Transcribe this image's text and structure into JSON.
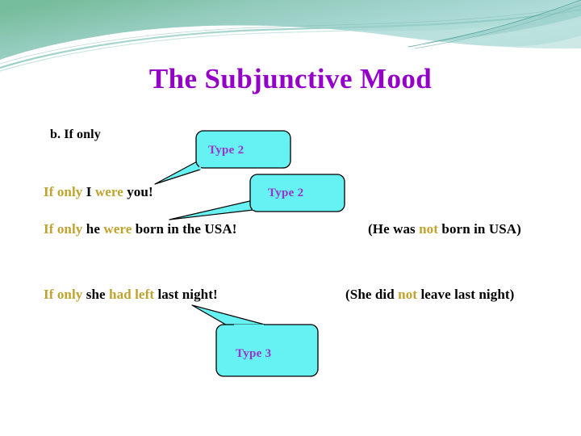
{
  "slide": {
    "title": "The Subjunctive Mood",
    "title_color": "#9400c8",
    "background_color": "#ffffff",
    "highlight_color": "#c0a32f",
    "callout_fill_color": "#66f2f2",
    "callout_text_color": "#9933cc",
    "header_colors": {
      "green": "#7fc4a3",
      "teal": "#9fd6d0",
      "light_teal": "#bfe4de",
      "dark_teal": "#4e9e96"
    }
  },
  "item": {
    "label": "b.  If only"
  },
  "sentences": [
    {
      "name": "if-only-i-were-you",
      "parts": [
        {
          "text": "If only ",
          "highlight": true
        },
        {
          "text": "I ",
          "highlight": false
        },
        {
          "text": "were ",
          "highlight": true
        },
        {
          "text": "you!",
          "highlight": false
        }
      ],
      "gloss": null
    },
    {
      "name": "if-only-he-were-born",
      "parts": [
        {
          "text": "If only ",
          "highlight": true
        },
        {
          "text": "he ",
          "highlight": false
        },
        {
          "text": "were ",
          "highlight": true
        },
        {
          "text": "born in the USA!",
          "highlight": false
        }
      ],
      "gloss": {
        "parts": [
          {
            "text": "(He was ",
            "highlight": false
          },
          {
            "text": "not ",
            "highlight": true
          },
          {
            "text": "born in USA)",
            "highlight": false
          }
        ]
      }
    },
    {
      "name": "if-only-she-had-left",
      "parts": [
        {
          "text": "If only ",
          "highlight": true
        },
        {
          "text": "she ",
          "highlight": false
        },
        {
          "text": "had left ",
          "highlight": true
        },
        {
          "text": "last night!",
          "highlight": false
        }
      ],
      "gloss": {
        "parts": [
          {
            "text": "(She did ",
            "highlight": false
          },
          {
            "text": "not ",
            "highlight": true
          },
          {
            "text": "leave last night)",
            "highlight": false
          }
        ]
      }
    }
  ],
  "callouts": [
    {
      "name": "callout-type2-a",
      "label": "Type 2",
      "tail": "down-left"
    },
    {
      "name": "callout-type2-b",
      "label": "Type 2",
      "tail": "down-left"
    },
    {
      "name": "callout-type3",
      "label": "Type 3",
      "tail": "up-left"
    }
  ]
}
